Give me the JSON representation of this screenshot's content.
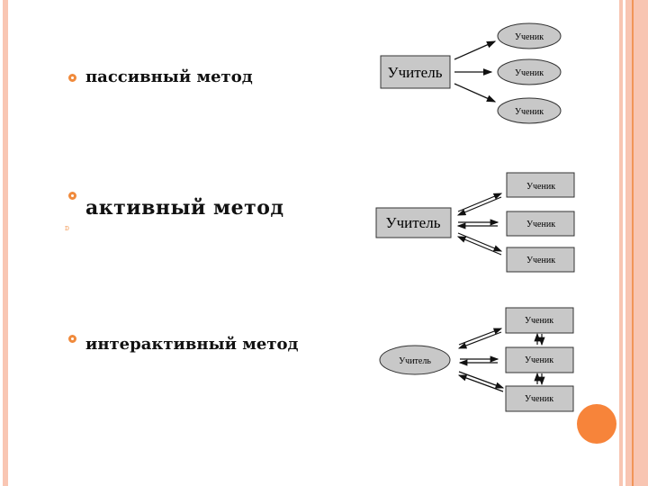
{
  "items": [
    {
      "label": "пассивный метод"
    },
    {
      "label": "активный метод"
    },
    {
      "label": "интерактивный метод"
    }
  ],
  "sub_bullet": "D",
  "diagrams": {
    "teacher": "Учитель",
    "student": "Ученик"
  },
  "colors": {
    "accent": "#f08a3c",
    "frame": "#f8c4b0",
    "box": "#c8c8c8"
  }
}
